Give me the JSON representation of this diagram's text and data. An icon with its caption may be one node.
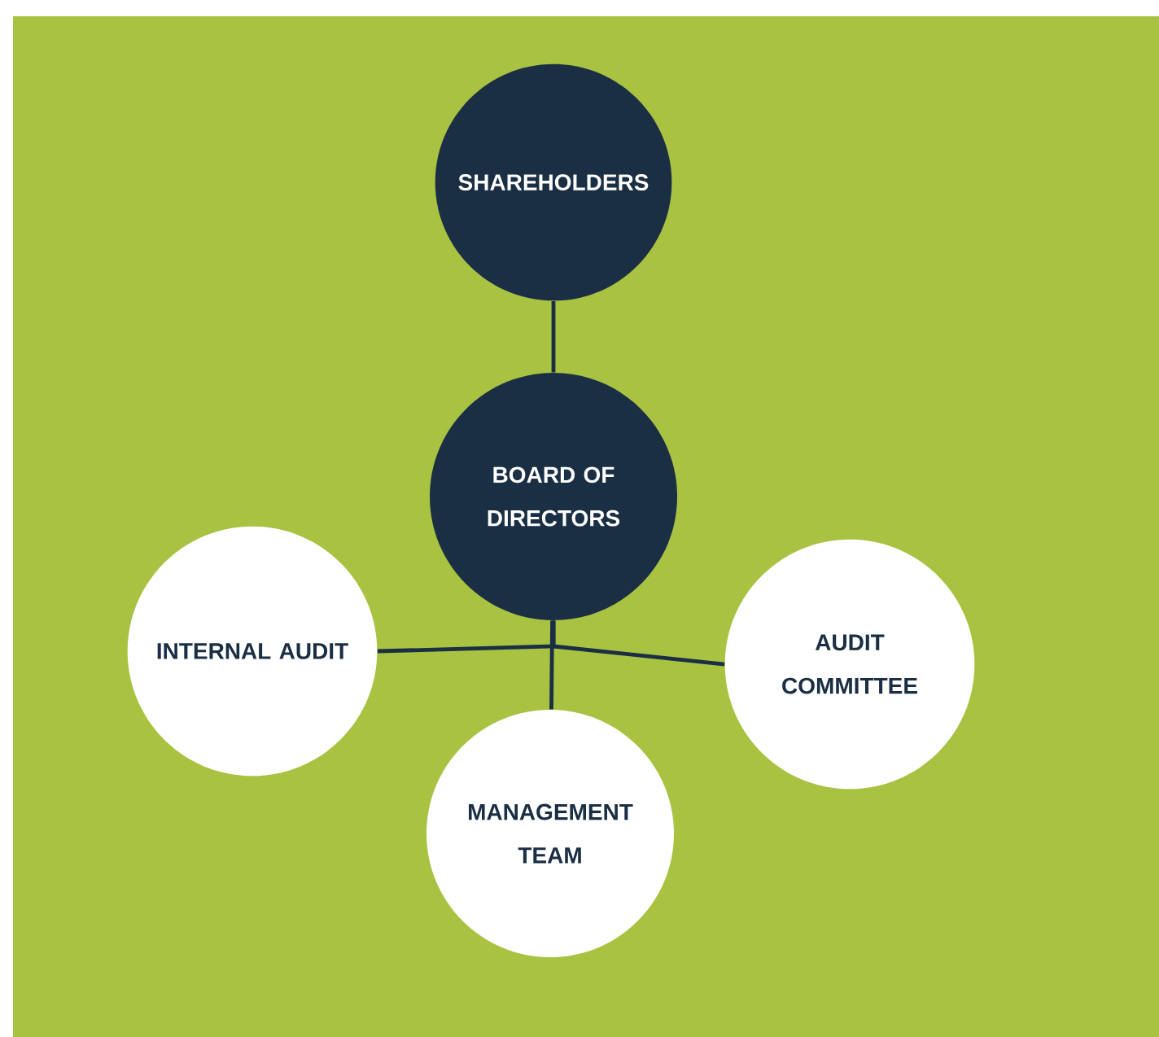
{
  "diagram": {
    "nodes": [
      {
        "text": [
          "SHAREHOLDERS"
        ]
      },
      {
        "text": [
          "BOARD OF DIRECTORS"
        ]
      },
      {
        "text": [
          "INTERNAL AUDIT"
        ]
      },
      {
        "text": [
          "AUDIT COMMITTEE"
        ]
      },
      {
        "text": [
          "MANAGEMENT TEAM"
        ]
      }
    ],
    "edges": [
      {
        "from": 0,
        "to": 1,
        "arrow": "none"
      },
      {
        "from": 1,
        "to": 2,
        "arrow": "none"
      },
      {
        "from": 1,
        "to": 3,
        "arrow": "none"
      },
      {
        "from": 1,
        "to": 4,
        "arrow": "none"
      }
    ]
  }
}
